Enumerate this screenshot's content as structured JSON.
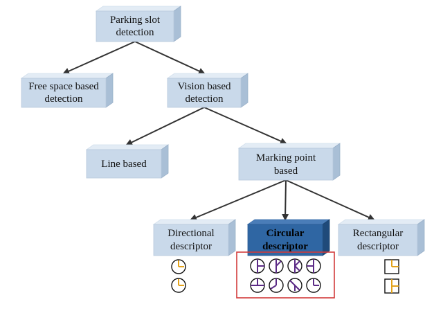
{
  "diagram": {
    "colors": {
      "box_front": "#c9d9ea",
      "box_top": "#e3ecf5",
      "box_side": "#a9bfd6",
      "highlight_front": "#2f66a3",
      "highlight_top": "#4a7db8",
      "highlight_side": "#1f4a7a",
      "arrow": "#333333",
      "red_frame": "#d23b3b",
      "icon_stroke": "#111111",
      "icon_accent_orange": "#e3a21a",
      "icon_accent_purple": "#5b2a86"
    },
    "nodes": {
      "parking": {
        "line1": "Parking slot",
        "line2": "detection"
      },
      "freespace": {
        "line1": "Free space based",
        "line2": "detection"
      },
      "vision": {
        "line1": "Vision based",
        "line2": "detection"
      },
      "line": {
        "line1": "Line based"
      },
      "marking": {
        "line1": "Marking point",
        "line2": "based"
      },
      "directional": {
        "line1": "Directional",
        "line2": "descriptor"
      },
      "circular": {
        "line1": "Circular",
        "line2": "descriptor"
      },
      "rectangular": {
        "line1": "Rectangular",
        "line2": "descriptor"
      }
    },
    "edges": [
      [
        "parking",
        "freespace"
      ],
      [
        "parking",
        "vision"
      ],
      [
        "vision",
        "line"
      ],
      [
        "vision",
        "marking"
      ],
      [
        "marking",
        "directional"
      ],
      [
        "marking",
        "circular"
      ],
      [
        "marking",
        "rectangular"
      ]
    ],
    "icons": {
      "directional": [
        "clock-orange-icon",
        "clock-orange-icon"
      ],
      "circular": [
        "circle-split-icon",
        "circle-split-icon",
        "circle-split-icon",
        "circle-split-icon",
        "circle-split-icon",
        "circle-split-icon",
        "circle-split-icon",
        "circle-split-icon"
      ],
      "rectangular": [
        "square-corner-icon",
        "square-tee-icon"
      ]
    }
  }
}
